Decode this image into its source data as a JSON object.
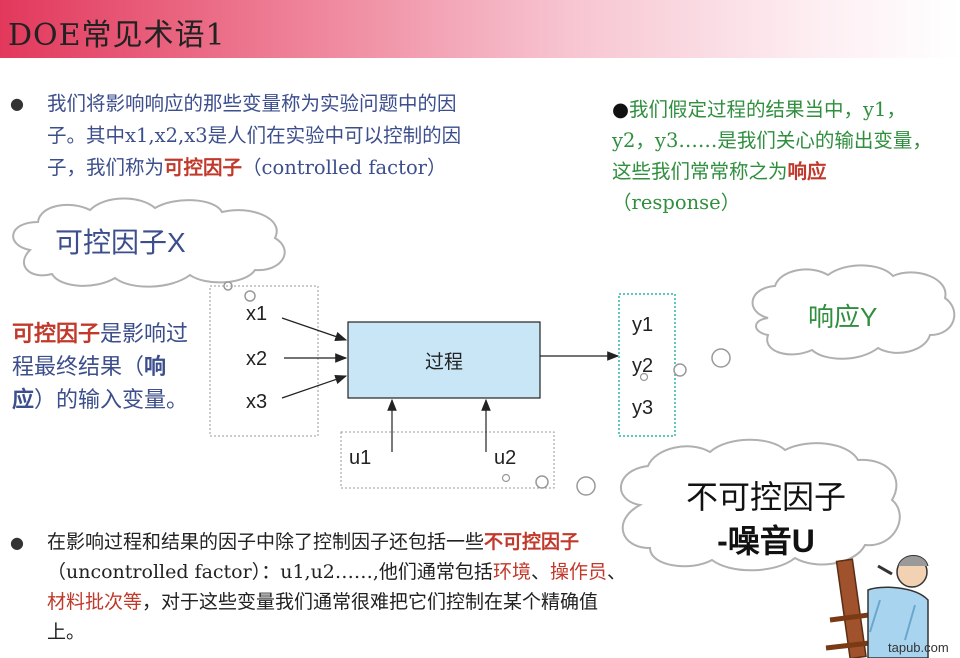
{
  "title": "DOE常见术语1",
  "para1": {
    "text_a": "我们将影响响应的那些变量称为实验问题中的因子。其中x1,x2,x3是人们在实验中可以控制的因子，我们称为",
    "highlight": "可控因子",
    "text_b": "（controlled factor）"
  },
  "para2": {
    "text_a": "我们假定过程的结果当中，y1，y2，y3……是我们关心的输出变量，这些我们常常称之为",
    "highlight": "响应",
    "text_b": "（response）"
  },
  "left_desc": {
    "highlight1": "可控因子",
    "text_a": "是影响过程最终结果（",
    "highlight2": "响应",
    "text_b": "）的输入变量。"
  },
  "para3": {
    "text_a": "在影响过程和结果的因子中除了控制因子还包括一些",
    "highlight": "不可控因子",
    "text_b": "（uncontrolled factor）：u1,u2……,他们通常包括",
    "item1": "环境",
    "sep1": "、",
    "item2": "操作员",
    "sep2": "、",
    "item3": "材料批次等",
    "text_c": "，对于这些变量我们通常很难把它们控制在某个精确值上。"
  },
  "diagram": {
    "cloud_controllable": "可控因子X",
    "cloud_response": "响应Y",
    "cloud_noise_line1": "不可控因子",
    "cloud_noise_line2": "-噪音U",
    "process": "过程",
    "inputs": [
      "x1",
      "x2",
      "x3"
    ],
    "outputs": [
      "y1",
      "y2",
      "y3"
    ],
    "noise": [
      "u1",
      "u2"
    ]
  },
  "watermark": "tapub.com"
}
